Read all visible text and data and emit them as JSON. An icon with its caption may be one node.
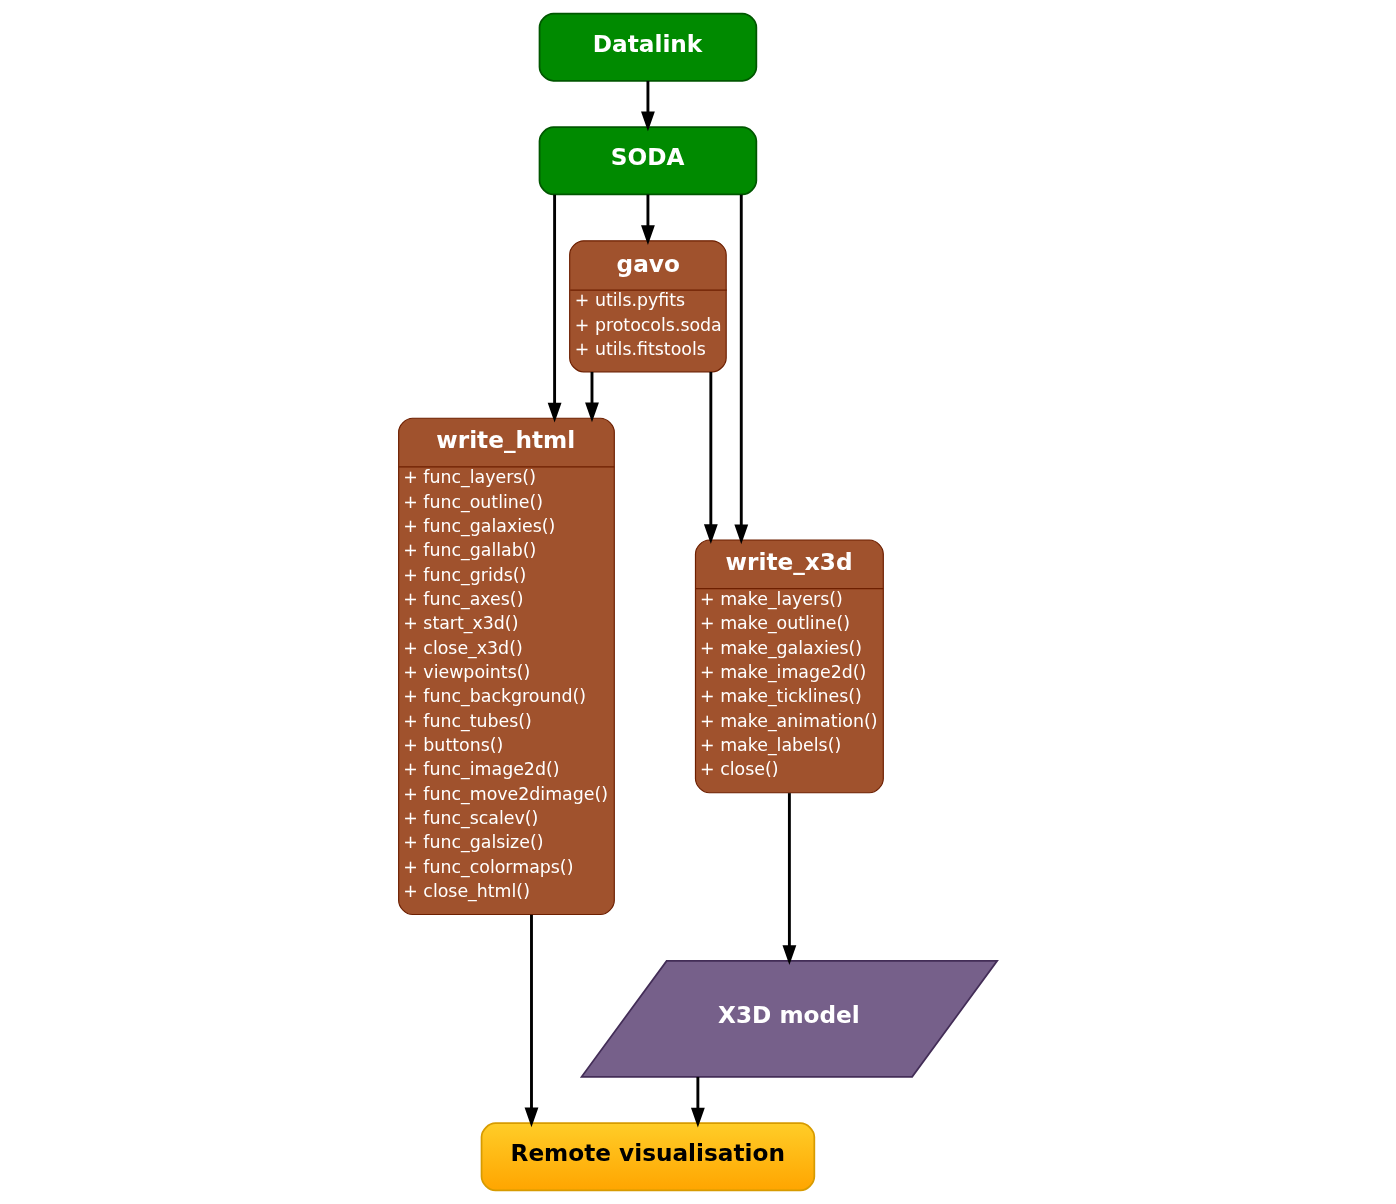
{
  "diagram": {
    "nodes": [
      {
        "text": [
          "Datalink"
        ]
      },
      {
        "text": [
          "SODA"
        ]
      },
      {
        "text": [
          "gavo",
          "+ utils.pyfits",
          "+ protocols.soda",
          "+ utils.fitstools"
        ]
      },
      {
        "text": [
          "write_html",
          "+ func_layers()",
          "+ func_outline()",
          "+ func_galaxies()",
          "+ func_gallab()",
          "+ func_grids()",
          "+ func_axes()",
          "+ start_x3d()",
          "+ close_x3d()",
          "+ viewpoints()",
          "+ func_background()",
          "+ func_tubes()",
          "+ buttons()",
          "+ func_image2d()",
          "+ func_move2dimage()",
          "+ func_scalev()",
          "+ func_galsize()",
          "+ func_colormaps()",
          "+ close_html()"
        ]
      },
      {
        "text": [
          "write_x3d",
          "+ make_layers()",
          "+ make_outline()",
          "+ make_galaxies()",
          "+ make_image2d()",
          "+ make_ticklines()",
          "+ make_animation()",
          "+ make_labels()",
          "+ close()"
        ]
      },
      {
        "text": [
          "X3D model"
        ]
      },
      {
        "text": [
          "Remote visualisation"
        ]
      }
    ],
    "edges": [
      {
        "from": 0,
        "to": 1,
        "arrow": "to"
      },
      {
        "from": 1,
        "to": 3,
        "arrow": "to"
      },
      {
        "from": 1,
        "to": 2,
        "arrow": "to"
      },
      {
        "from": 1,
        "to": 4,
        "arrow": "to"
      },
      {
        "from": 2,
        "to": 3,
        "arrow": "to"
      },
      {
        "from": 2,
        "to": 4,
        "arrow": "to"
      },
      {
        "from": 4,
        "to": 5,
        "arrow": "to"
      },
      {
        "from": 5,
        "to": 6,
        "arrow": "to"
      },
      {
        "from": 3,
        "to": 6,
        "arrow": "to"
      }
    ]
  }
}
